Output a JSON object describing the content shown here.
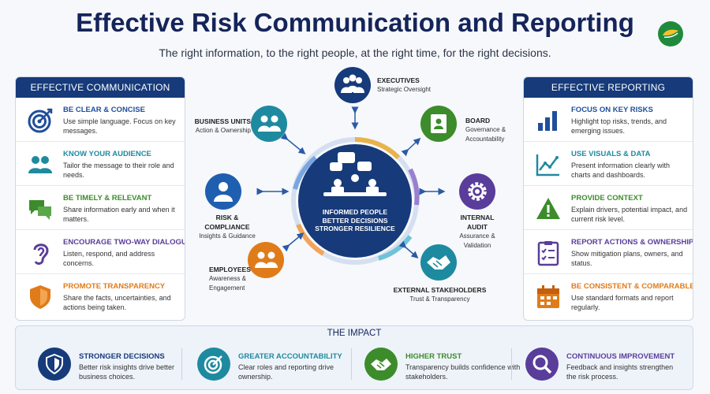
{
  "title": "Effective Risk Communication and Reporting",
  "subtitle": "The right information, to the right people, at the right time, for the right decisions.",
  "communication": {
    "header": "EFFECTIVE COMMUNICATION",
    "items": [
      {
        "title": "BE CLEAR & CONCISE",
        "desc": "Use simple language. Focus on key messages.",
        "color": "#1f4e9c",
        "icon": "target-icon"
      },
      {
        "title": "KNOW YOUR AUDIENCE",
        "desc": "Tailor the message to their role and needs.",
        "color": "#1e8aa0",
        "icon": "people-icon"
      },
      {
        "title": "BE TIMELY & RELEVANT",
        "desc": "Share information early and when it matters.",
        "color": "#3c8c2c",
        "icon": "chat-bubbles-icon"
      },
      {
        "title": "ENCOURAGE TWO-WAY DIALOGUE",
        "desc": "Listen, respond, and address concerns.",
        "color": "#5a3d9a",
        "icon": "ear-icon"
      },
      {
        "title": "PROMOTE TRANSPARENCY",
        "desc": "Share the facts, uncertainties, and actions being taken.",
        "color": "#e07b1a",
        "icon": "shield-icon"
      }
    ]
  },
  "reporting": {
    "header": "EFFECTIVE REPORTING",
    "items": [
      {
        "title": "FOCUS ON KEY RISKS",
        "desc": "Highlight top risks, trends, and emerging issues.",
        "color": "#1f4e9c",
        "icon": "bar-chart-icon"
      },
      {
        "title": "USE VISUALS & DATA",
        "desc": "Present information clearly with charts and dashboards.",
        "color": "#1e8aa0",
        "icon": "line-chart-icon"
      },
      {
        "title": "PROVIDE CONTEXT",
        "desc": "Explain drivers, potential impact, and current risk level.",
        "color": "#3c8c2c",
        "icon": "warning-icon"
      },
      {
        "title": "REPORT ACTIONS & OWNERSHIP",
        "desc": "Show mitigation plans, owners, and status.",
        "color": "#5a3d9a",
        "icon": "clipboard-icon"
      },
      {
        "title": "BE CONSISTENT & COMPARABLE",
        "desc": "Use standard formats and report regularly.",
        "color": "#e07b1a",
        "icon": "calendar-icon"
      }
    ]
  },
  "hub": {
    "center": [
      "INFORMED PEOPLE",
      "BETTER DECISIONS",
      "STRONGER RESILIENCE"
    ],
    "nodes": [
      {
        "title": "EXECUTIVES",
        "sub": "Strategic Oversight",
        "color": "#163a7a"
      },
      {
        "title": "BOARD",
        "sub": "Governance & Accountability",
        "color": "#3c8c2c"
      },
      {
        "title": "INTERNAL AUDIT",
        "sub": "Assurance & Validation",
        "color": "#5a3d9a"
      },
      {
        "title": "EXTERNAL STAKEHOLDERS",
        "sub": "Trust & Transparency",
        "color": "#1e8aa0"
      },
      {
        "title": "EMPLOYEES",
        "sub": "Awareness & Engagement",
        "color": "#e07b1a"
      },
      {
        "title": "RISK & COMPLIANCE",
        "sub": "Insights & Guidance",
        "color": "#1f5fb0"
      },
      {
        "title": "BUSINESS UNITS",
        "sub": "Action & Ownership",
        "color": "#1e8aa0"
      }
    ]
  },
  "impact": {
    "title": "THE IMPACT",
    "items": [
      {
        "title": "STRONGER DECISIONS",
        "desc": "Better risk insights drive better business choices.",
        "color": "#163a7a"
      },
      {
        "title": "GREATER ACCOUNTABILITY",
        "desc": "Clear roles and reporting drive ownership.",
        "color": "#1e8aa0"
      },
      {
        "title": "HIGHER TRUST",
        "desc": "Transparency builds confidence with stakeholders.",
        "color": "#3c8c2c"
      },
      {
        "title": "CONTINUOUS IMPROVEMENT",
        "desc": "Feedback and insights strengthen the risk process.",
        "color": "#5a3d9a"
      }
    ]
  }
}
